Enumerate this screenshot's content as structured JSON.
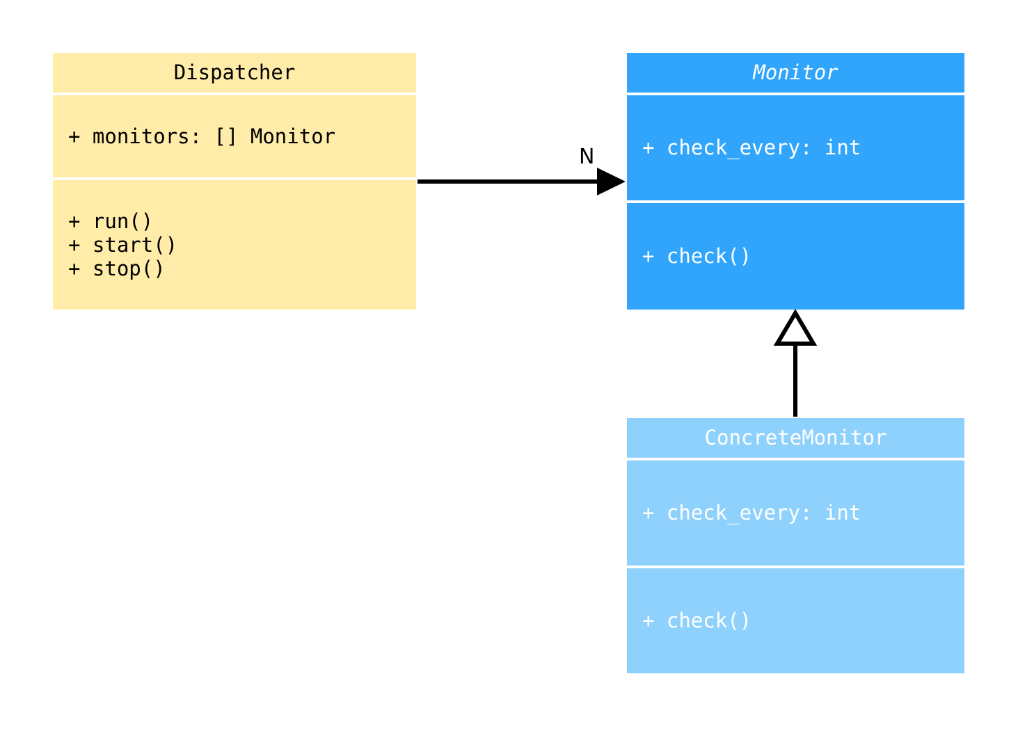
{
  "diagram": {
    "type": "uml-class-diagram",
    "background": "#ffffff",
    "classes": [
      {
        "id": "dispatcher",
        "name": "Dispatcher",
        "abstract": false,
        "fill": "#ffeca8",
        "text_color": "#000000",
        "attributes": [
          "+ monitors: [] Monitor"
        ],
        "methods": [
          "+ run()",
          "+ start()",
          "+ stop()"
        ]
      },
      {
        "id": "monitor",
        "name": "Monitor",
        "abstract": true,
        "fill": "#30a5fb",
        "text_color": "#ffffff",
        "attributes": [
          "+ check_every: int"
        ],
        "methods": [
          "+ check()"
        ]
      },
      {
        "id": "concrete-monitor",
        "name": "ConcreteMonitor",
        "abstract": false,
        "fill": "#8ed1fd",
        "text_color": "#ffffff",
        "attributes": [
          "+ check_every: int"
        ],
        "methods": [
          "+ check()"
        ]
      }
    ],
    "relations": [
      {
        "id": "dispatcher-to-monitor",
        "kind": "association",
        "arrowhead": "filled-triangle",
        "from": "Dispatcher",
        "to": "Monitor",
        "multiplicity": "N",
        "line_color": "#000000"
      },
      {
        "id": "concrete-monitor-to-monitor",
        "kind": "generalization",
        "arrowhead": "hollow-triangle",
        "from": "ConcreteMonitor",
        "to": "Monitor",
        "multiplicity": "",
        "line_color": "#000000"
      }
    ]
  }
}
